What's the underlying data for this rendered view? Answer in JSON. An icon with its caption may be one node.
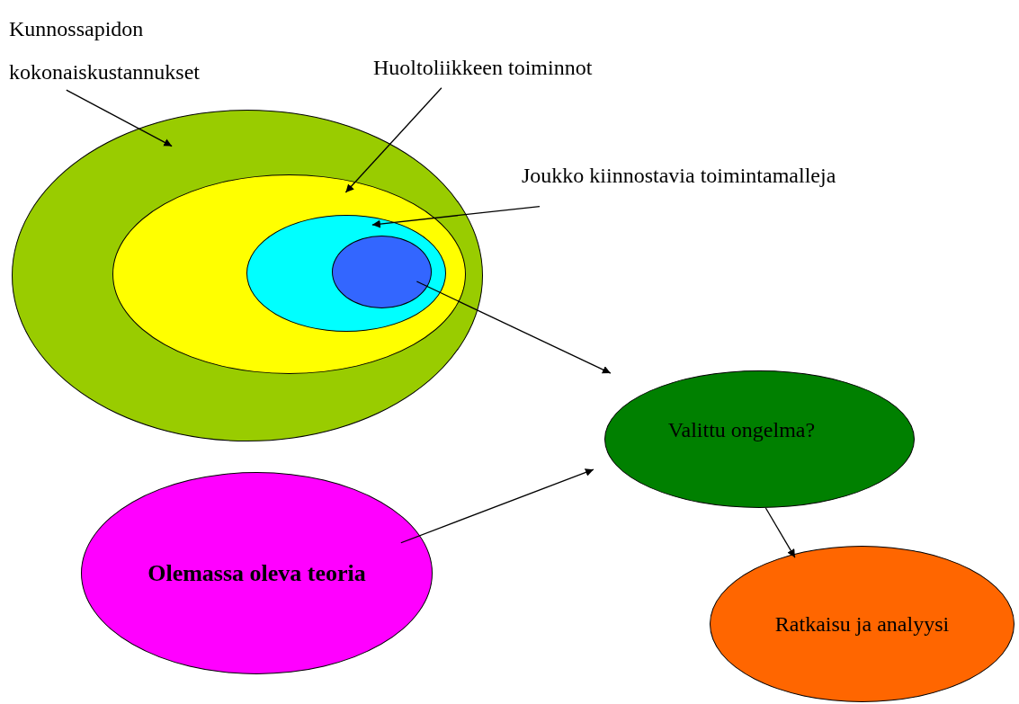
{
  "diagram": {
    "nodes": [
      {
        "text": [
          "Kunnossapidon kokonaiskustannukset"
        ]
      },
      {
        "text": [],
        "shape": "ellipse"
      },
      {
        "text": [
          "Huoltoliikkeen toiminnot"
        ]
      },
      {
        "text": [],
        "shape": "ellipse",
        "in": 1
      },
      {
        "text": [
          "Joukko kiinnostavia toimintamalleja"
        ]
      },
      {
        "text": [],
        "shape": "ellipse",
        "in": 3
      },
      {
        "text": [],
        "shape": "ellipse",
        "in": 5
      },
      {
        "text": [
          "Valittu ongelma?"
        ]
      },
      {
        "text": [
          "Olemassa oleva teoria"
        ]
      },
      {
        "text": [
          "Ratkaisu ja analyysi"
        ]
      }
    ],
    "edges": [
      {
        "from": 0,
        "to": 1,
        "arrow": "to"
      },
      {
        "from": 2,
        "to": 3,
        "arrow": "to"
      },
      {
        "from": 4,
        "to": 5,
        "arrow": "to"
      },
      {
        "from": 6,
        "to": 7,
        "arrow": "to"
      },
      {
        "from": 8,
        "to": 7,
        "arrow": "to"
      },
      {
        "from": 7,
        "to": 9,
        "arrow": "to"
      }
    ]
  }
}
